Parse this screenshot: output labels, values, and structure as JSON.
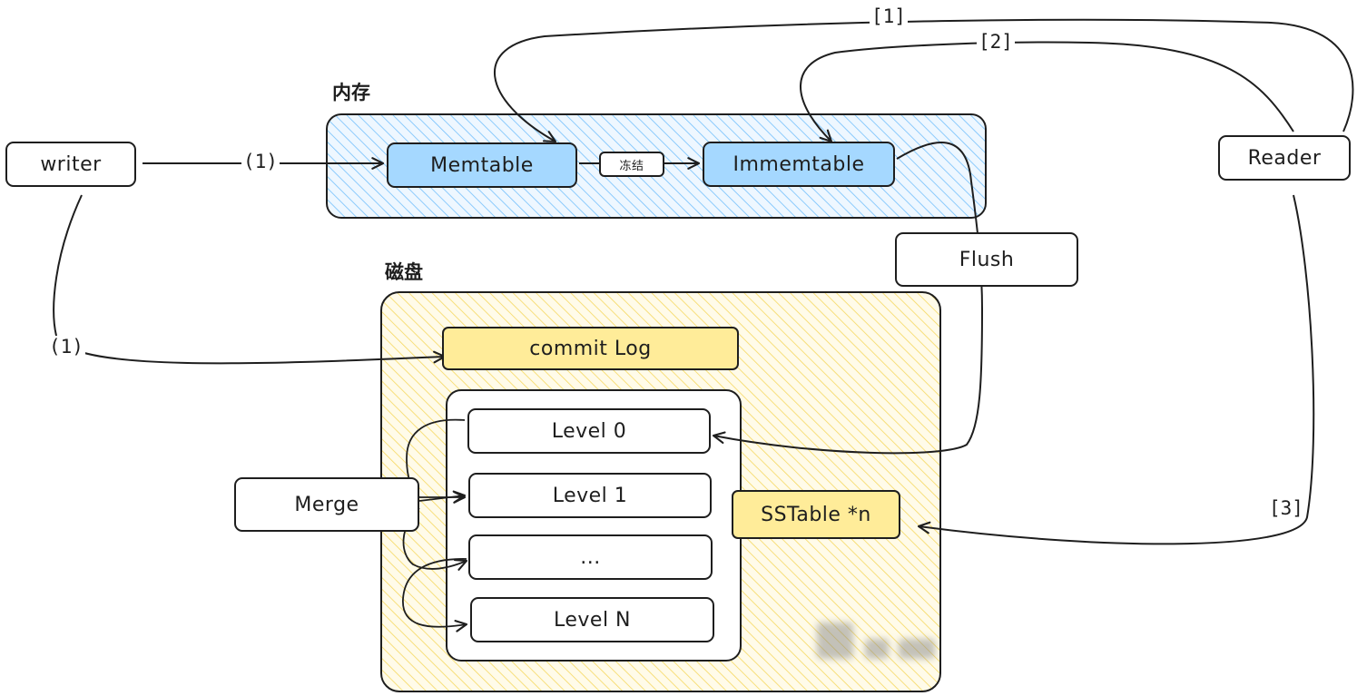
{
  "zones": {
    "memory": "内存",
    "disk": "磁盘"
  },
  "nodes": {
    "writer": "writer",
    "memtable": "Memtable",
    "freeze": "冻结",
    "immemtable": "Immemtable",
    "reader": "Reader",
    "flush": "Flush",
    "commit_log": "commit Log",
    "level_0": "Level 0",
    "level_1": "Level 1",
    "level_ellipsis": "...",
    "level_n": "Level N",
    "merge": "Merge",
    "sstable": "SSTable *n"
  },
  "edges": {
    "writer_memtable": "(1)",
    "writer_commitlog": "(1)",
    "reader_memtable": "[1]",
    "reader_immemtable": "[2]",
    "reader_sstable": "[3]"
  },
  "colors": {
    "stroke": "#1e1e1e",
    "memory_fill": "#a5d8ff",
    "disk_fill": "#ffec99",
    "memory_hatch": "#74c0fc",
    "disk_hatch": "#f6d860"
  }
}
